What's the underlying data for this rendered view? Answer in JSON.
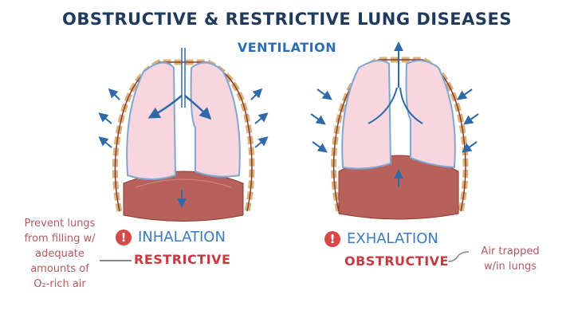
{
  "title": "OBSTRUCTIVE & RESTRICTIVE LUNG DISEASES",
  "subtitle": "VENTILATION",
  "left_panel": {
    "phase_label": "INHALATION",
    "alert_icon": "!",
    "disease_type": "RESTRICTIVE",
    "note_lines": [
      "Prevent lungs",
      "from filling w/",
      "adequate",
      "amounts of",
      "O₂-rich air"
    ],
    "arrow_direction": "outward"
  },
  "right_panel": {
    "phase_label": "EXHALATION",
    "alert_icon": "!",
    "disease_type": "OBSTRUCTIVE",
    "note_lines": [
      "Air trapped",
      "w/in lungs"
    ],
    "arrow_direction": "inward"
  },
  "colors": {
    "title": "#1f3a5c",
    "subtitle": "#2a6fb5",
    "phase": "#3d7bbf",
    "disease_type": "#c8383f",
    "note": "#b25a5f",
    "alert": "#d84848",
    "lung": "#f7d6e0",
    "diaphragm": "#b8605a",
    "arrow": "#2f6aa8"
  }
}
